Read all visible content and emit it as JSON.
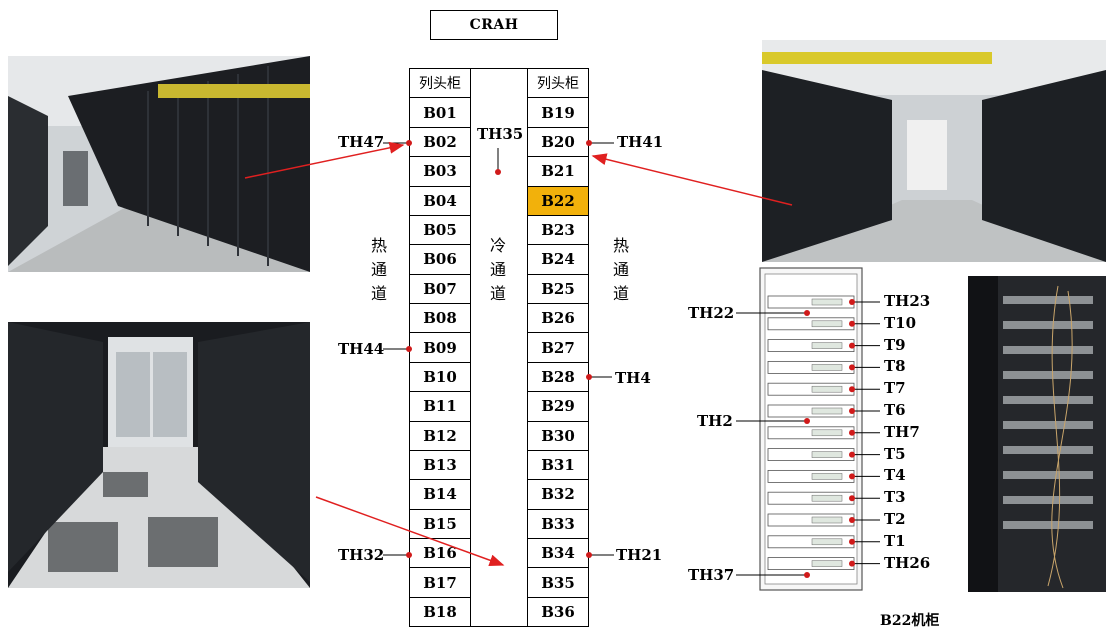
{
  "crah": "CRAH",
  "rack_head_label": "列头柜",
  "left_racks": [
    "B01",
    "B02",
    "B03",
    "B04",
    "B05",
    "B06",
    "B07",
    "B08",
    "B09",
    "B10",
    "B11",
    "B12",
    "B13",
    "B14",
    "B15",
    "B16",
    "B17",
    "B18"
  ],
  "right_racks": [
    "B19",
    "B20",
    "B21",
    "B22",
    "B23",
    "B24",
    "B25",
    "B26",
    "B27",
    "B28",
    "B29",
    "B30",
    "B31",
    "B32",
    "B33",
    "B34",
    "B35",
    "B36"
  ],
  "highlighted_rack": "B22",
  "hot_aisle_left": "热通道",
  "cold_aisle": "冷通道",
  "hot_aisle_right": "热通道",
  "sensors": {
    "th47": "TH47",
    "th35": "TH35",
    "th41": "TH41",
    "th44": "TH44",
    "th4": "TH4",
    "th32": "TH32",
    "th21": "TH21"
  },
  "cabinet_sensors_right": [
    "TH23",
    "T10",
    "T9",
    "T8",
    "T7",
    "T6",
    "TH7",
    "T5",
    "T4",
    "T3",
    "T2",
    "T1",
    "TH26"
  ],
  "cabinet_sensors_left": {
    "th22": "TH22",
    "th2": "TH2",
    "th37": "TH37"
  },
  "cabinet_caption": "B22机柜",
  "colors": {
    "highlight": "#f2b10b",
    "arrow": "#e02020",
    "sensor_dot": "#d01a1a"
  }
}
